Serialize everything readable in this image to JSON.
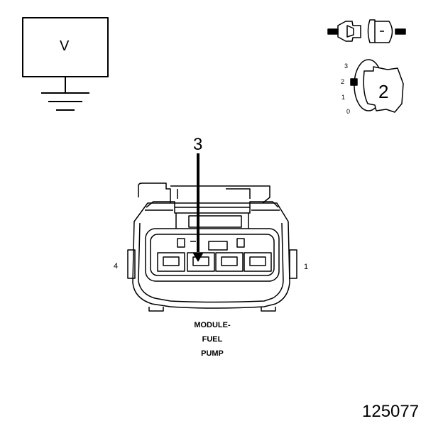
{
  "meter": {
    "symbol": "V"
  },
  "switch": {
    "number": "2",
    "positions": [
      "3",
      "2",
      "1",
      "0"
    ]
  },
  "connector": {
    "callout_pin": "3",
    "pin_left": "4",
    "pin_right": "1",
    "caption_lines": [
      "MODULE-",
      "FUEL",
      "PUMP"
    ]
  },
  "figure_number": "125077",
  "colors": {
    "ink": "#000000",
    "paper": "#ffffff"
  }
}
